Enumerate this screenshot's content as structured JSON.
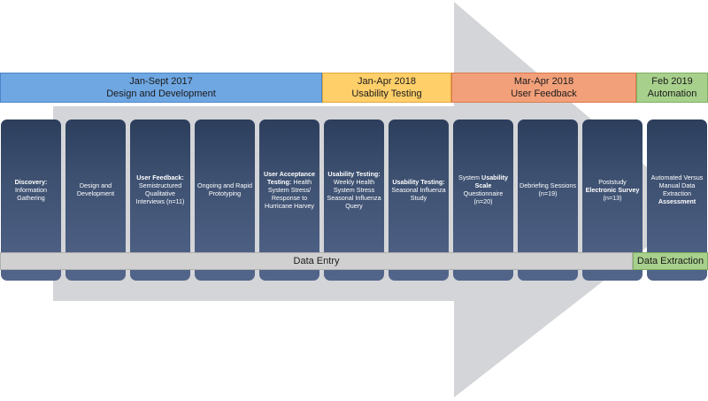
{
  "phases": [
    {
      "date": "Jan-Sept 2017",
      "name": "Design and Development",
      "fill": "#6fa7e2",
      "border": "#4a86c8"
    },
    {
      "date": "Jan-Apr 2018",
      "name": "Usability Testing",
      "fill": "#ffcf6a",
      "border": "#e0a93a"
    },
    {
      "date": "Mar-Apr 2018",
      "name": "User Feedback",
      "fill": "#f2a07a",
      "border": "#d9784b"
    },
    {
      "date": "Feb 2019",
      "name": "Automation",
      "fill": "#a8d08d",
      "border": "#7eae5f"
    }
  ],
  "steps": [
    {
      "bold": "Discovery:",
      "text": "Information Gathering"
    },
    {
      "bold": "",
      "text": "Design and Development"
    },
    {
      "bold": "User Feedback:",
      "text": "Semistructured Qualitative Interviews (n=11)"
    },
    {
      "bold": "",
      "text": "Ongoing and Rapid Prototyping"
    },
    {
      "bold": "User Acceptance Testing:",
      "text": "Health System Stress/ Response to Hurricane Harvey"
    },
    {
      "bold": "Usability Testing:",
      "text": "Weekly Health System Stress Seasonal Influenza Query"
    },
    {
      "bold": "Usability Testing:",
      "text": "Seasonal Influenza Study"
    },
    {
      "pre": "System",
      "bold": "Usability Scale",
      "text": "Questionnaire (n=20)"
    },
    {
      "bold": "",
      "text": "Debriefing Sessions (n=19)"
    },
    {
      "pre": "Poststudy",
      "bold": "Electronic Survey",
      "text": "(n=13)"
    },
    {
      "pre": "Automated Versus Manual Data Extraction",
      "bold": "Assessment",
      "text": ""
    }
  ],
  "bands": {
    "data_entry": "Data Entry",
    "data_extraction": "Data Extraction",
    "entry_fill": "#d0d0d0",
    "extraction_fill": "#a8d08d"
  }
}
